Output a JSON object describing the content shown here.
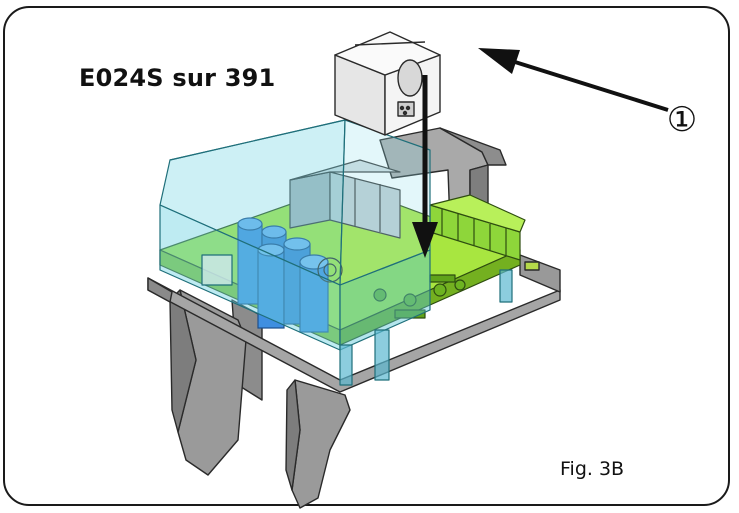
{
  "title": "E024S sur 391",
  "callout_number": "①",
  "figure_label": "Fig. 3B",
  "colors": {
    "frame": "#1a1a1a",
    "cover_transparent": "#6fd3e3",
    "board_green": "#9be22d",
    "capacitor_blue": "#3f8fe0",
    "base_gray": "#9a9a9a",
    "module_white": "#f2f2f2",
    "arrow": "#111111"
  }
}
